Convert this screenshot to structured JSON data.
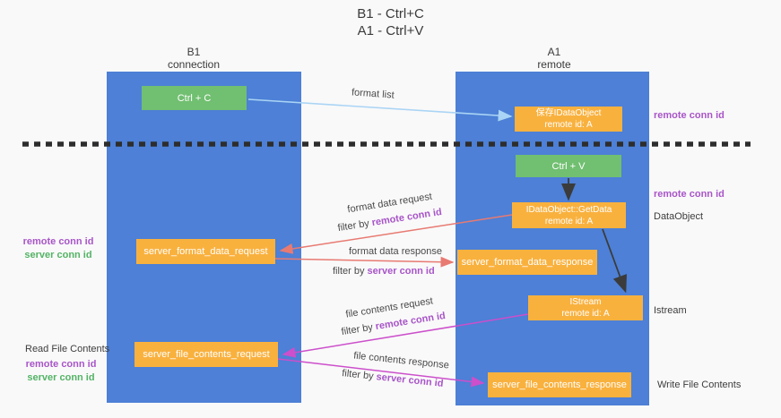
{
  "title": {
    "line1": "B1 - Ctrl+C",
    "line2": "A1 - Ctrl+V"
  },
  "lanes": {
    "b1": {
      "name": "B1",
      "role": "connection"
    },
    "a1": {
      "name": "A1",
      "role": "remote"
    }
  },
  "nodes": {
    "ctrl_c": {
      "label": "Ctrl + C"
    },
    "saved_idataobject": {
      "line1": "保存IDataObject",
      "line2": "remote id: A"
    },
    "ctrl_v": {
      "label": "Ctrl + V"
    },
    "getdata": {
      "line1": "IDataObject::GetData",
      "line2": "remote id: A"
    },
    "format_request": {
      "label": "server_format_data_request"
    },
    "format_response": {
      "label": "server_format_data_response"
    },
    "istream": {
      "line1": "IStream",
      "line2": "remote id: A"
    },
    "file_request": {
      "label": "server_file_contents_request"
    },
    "file_response": {
      "label": "server_file_contents_response"
    }
  },
  "arrows": {
    "format_list": {
      "label": "format list"
    },
    "format_data_request": {
      "label": "format data request",
      "filter_prefix": "filter by ",
      "filter_key": "remote conn id"
    },
    "format_data_response": {
      "label": "format data response",
      "filter_prefix": "filter by ",
      "filter_key": "server conn id"
    },
    "file_contents_request": {
      "label": "file contents request",
      "filter_prefix": "filter by ",
      "filter_key": "remote conn id"
    },
    "file_contents_response": {
      "label": "file contents response",
      "filter_prefix": "filter by ",
      "filter_key": "server conn id"
    }
  },
  "annotations": {
    "remote_conn_id": "remote conn id",
    "server_conn_id": "server conn id",
    "dataobject": "DataObject",
    "istream": "Istream",
    "read_file_contents": "Read File Contents",
    "write_file_contents": "Write File Contents"
  },
  "colors": {
    "lane_blue": "#4d80d6",
    "node_green": "#71bf71",
    "node_orange": "#f9b13e",
    "remote_id_purple": "#a855c8",
    "server_id_green": "#53b365",
    "request_arrow_salmon": "#e87a72",
    "file_arrow_magenta": "#cc4fcb",
    "format_list_arrow_lightblue": "#aad4f5",
    "black_arrow": "#3b3b3b"
  }
}
